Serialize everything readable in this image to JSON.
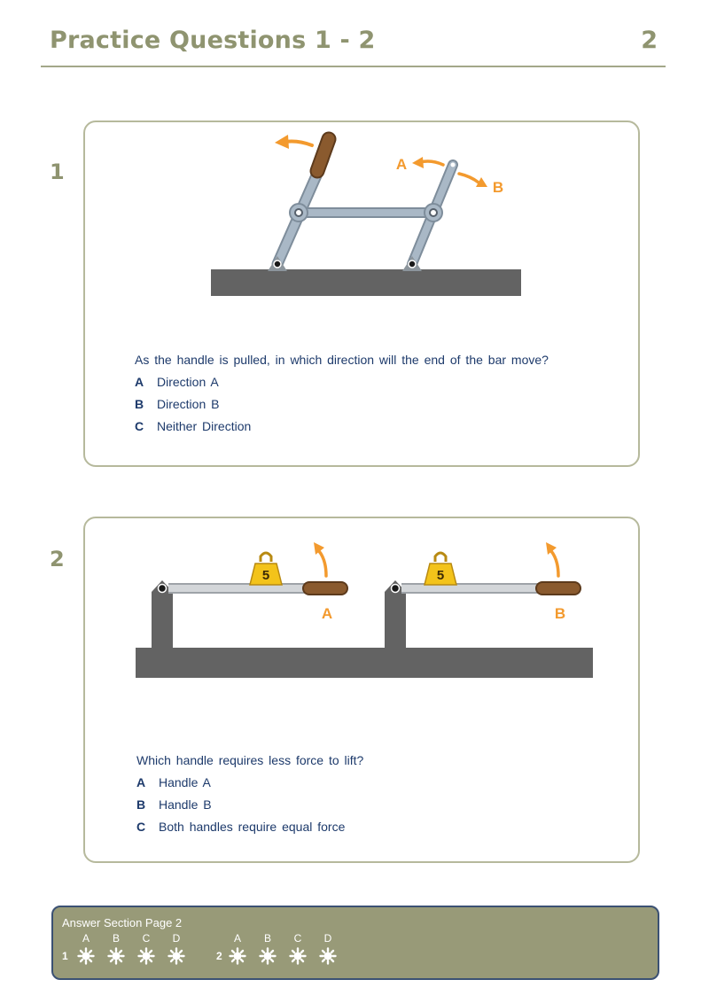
{
  "header": {
    "title": "Practice Questions 1 - 2",
    "page_number": "2"
  },
  "questions": [
    {
      "number": "1",
      "text": "As the handle is pulled, in which direction will the end of the bar move?",
      "diagram_labels": {
        "a": "A",
        "b": "B"
      },
      "options": [
        {
          "letter": "A",
          "text": "Direction A"
        },
        {
          "letter": "B",
          "text": "Direction B"
        },
        {
          "letter": "C",
          "text": "Neither Direction"
        }
      ]
    },
    {
      "number": "2",
      "text": "Which handle requires less force to lift?",
      "diagram_labels": {
        "a": "A",
        "b": "B",
        "weight_a": "5",
        "weight_b": "5"
      },
      "options": [
        {
          "letter": "A",
          "text": "Handle A"
        },
        {
          "letter": "B",
          "text": "Handle B"
        },
        {
          "letter": "C",
          "text": "Both handles require equal force"
        }
      ]
    }
  ],
  "answer_section": {
    "title": "Answer Section Page 2",
    "letters": [
      "A",
      "B",
      "C",
      "D"
    ],
    "question_numbers": [
      "1",
      "2"
    ]
  },
  "colors": {
    "olive": "#8f9470",
    "navy_text": "#1d3a6b",
    "arrow_orange": "#f39a2e",
    "base_gray": "#636363",
    "handle_brown": "#8a5a2e",
    "link_steel": "#a9b8c6",
    "weight_gold": "#f3c31a"
  }
}
